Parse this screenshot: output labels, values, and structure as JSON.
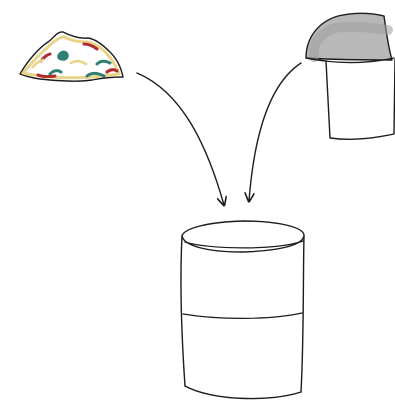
{
  "diagram": {
    "nodes": [
      {
        "id": "source-left",
        "kind": "fragment"
      },
      {
        "id": "source-right",
        "kind": "container-top"
      },
      {
        "id": "target",
        "kind": "database-cylinder"
      }
    ],
    "edges": [
      {
        "from": "source-left",
        "to": "target"
      },
      {
        "from": "source-right",
        "to": "target"
      }
    ],
    "colors": {
      "ink": "#1c1c1c",
      "paper": "#ffffff",
      "crumb_fill": "#ffffff",
      "crumb_border": "#e9d58a",
      "teal": "#2f7f73",
      "red": "#b02a2f",
      "gray_fill": "#b8b8b8"
    }
  }
}
